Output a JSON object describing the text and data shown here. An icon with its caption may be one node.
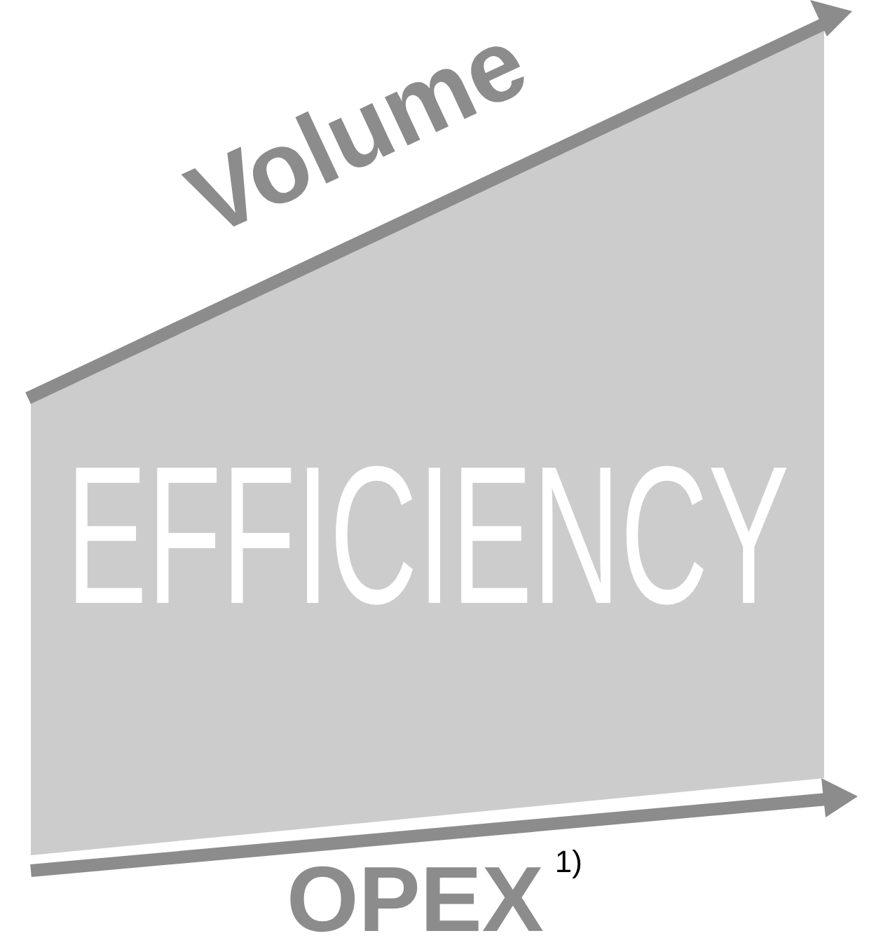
{
  "diagram": {
    "nodes": [
      {
        "text": [
          "EFFICIENCY"
        ]
      }
    ],
    "labels": [
      "Volume",
      "OPEX$^{1)}$"
    ]
  }
}
